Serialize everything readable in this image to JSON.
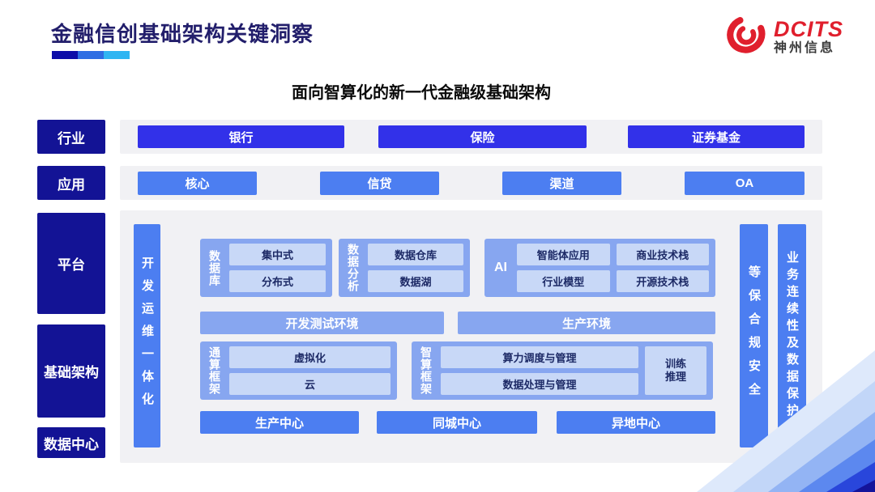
{
  "header": {
    "title": "金融信创基础架构关键洞察",
    "logo": {
      "brand": "DCITS",
      "company": "神州信息"
    }
  },
  "subtitle": "面向智算化的新一代金融级基础架构",
  "sidebar": {
    "industry": "行业",
    "application": "应用",
    "platform": "平台",
    "infrastructure": "基础架构",
    "datacenter": "数据中心"
  },
  "industry_row": {
    "items": [
      "银行",
      "保险",
      "证券基金"
    ]
  },
  "application_row": {
    "items": [
      "核心",
      "信贷",
      "渠道",
      "OA"
    ]
  },
  "platform": {
    "devops_bar": "开发运维一体化",
    "security_bar": "等保合规安全",
    "continuity_bar": "业务连续性及数据保护",
    "database": {
      "label": "数据库",
      "items": [
        "集中式",
        "分布式"
      ]
    },
    "analytics": {
      "label": "数据分析",
      "items": [
        "数据仓库",
        "数据湖"
      ]
    },
    "ai": {
      "label": "AI",
      "items": [
        "智能体应用",
        "商业技术栈",
        "行业模型",
        "开源技术栈"
      ]
    },
    "environments": {
      "devtest": "开发测试环境",
      "prod": "生产环境"
    },
    "general_compute": {
      "label": "通算框架",
      "items": [
        "虚拟化",
        "云"
      ]
    },
    "intelligent_compute": {
      "label": "智算框架",
      "items": [
        "算力调度与管理",
        "数据处理与管理"
      ],
      "side": "训练推理"
    },
    "centers": [
      "生产中心",
      "同城中心",
      "异地中心"
    ]
  },
  "colors": {
    "navy": "#131395",
    "title_navy": "#221E6B",
    "blue_strong": "#3231E9",
    "blue_medium": "#4C7EF1",
    "periwinkle": "#87A6F0",
    "chip_light": "#C8D8F7",
    "panel_gray": "#F1F1F4",
    "brand_red": "#E01F2D"
  }
}
